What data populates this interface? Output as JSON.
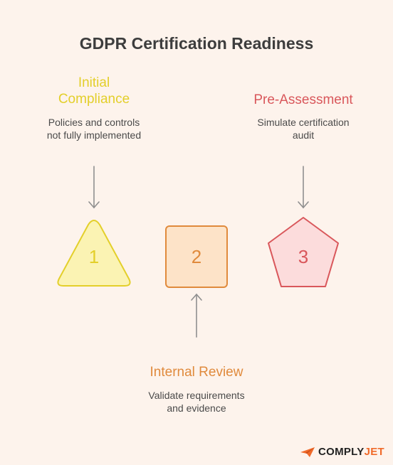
{
  "title": "GDPR Certification Readiness",
  "stages": [
    {
      "number": "1",
      "title_line1": "Initial",
      "title_line2": "Compliance",
      "desc_line1": "Policies and controls",
      "desc_line2": "not fully implemented",
      "color": "#e3cf2a",
      "fill": "#fbf3b3"
    },
    {
      "number": "2",
      "title_line1": "Internal Review",
      "desc_line1": "Validate requirements",
      "desc_line2": "and evidence",
      "color": "#e08a3c",
      "fill": "#fde3c8"
    },
    {
      "number": "3",
      "title_line1": "Pre-Assessment",
      "desc_line1": "Simulate certification",
      "desc_line2": "audit",
      "color": "#d9575b",
      "fill": "#fcdcdc"
    }
  ],
  "logo": {
    "part1": "COMPLY",
    "part2": "JET",
    "icon": "paper-plane-icon"
  }
}
